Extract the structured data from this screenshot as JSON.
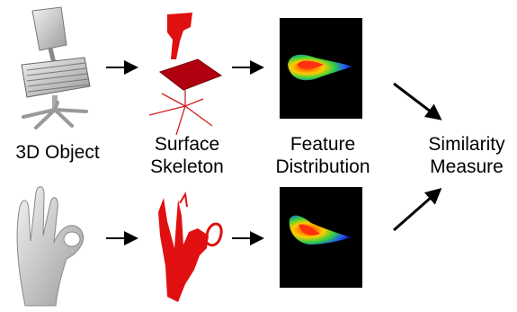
{
  "labels": {
    "object": "3D Object",
    "skeleton_line1": "Surface",
    "skeleton_line2": "Skeleton",
    "feature_line1": "Feature",
    "feature_line2": "Distribution",
    "similarity_line1": "Similarity",
    "similarity_line2": "Measure"
  },
  "colors": {
    "skeleton": "#e01010",
    "object": "#d8d8d8",
    "heatmap_background": "#000000"
  },
  "icons": [
    "chair-model",
    "hand-model",
    "chair-skeleton",
    "hand-skeleton",
    "feature-heatmap",
    "arrow"
  ]
}
